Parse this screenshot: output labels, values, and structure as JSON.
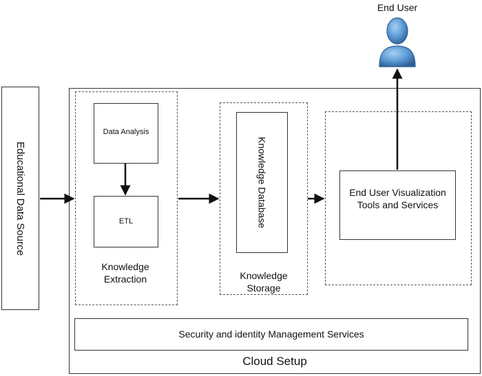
{
  "nodes": {
    "data_source": "Educational Data Source",
    "data_analysis": "Data Analysis",
    "etl": "ETL",
    "knowledge_extraction": "Knowledge Extraction",
    "knowledge_database": "Knowledge Database",
    "knowledge_storage": "Knowledge Storage",
    "visualization_tools": "End User Visualization Tools and Services",
    "security_services": "Security and identity Management Services",
    "cloud_setup": "Cloud Setup",
    "end_user": "End User"
  },
  "icons": {
    "end_user": "user-icon"
  },
  "colors": {
    "user_fill": "#5b9bd5",
    "user_dark": "#2e5f95",
    "line": "#111111"
  }
}
